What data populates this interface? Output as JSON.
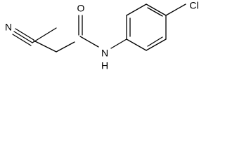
{
  "structure": {
    "atoms": {
      "nitrile_n": "N",
      "carbonyl_o": "O",
      "amide_n": "N",
      "amide_h": "H",
      "chlorine": "Cl"
    }
  }
}
